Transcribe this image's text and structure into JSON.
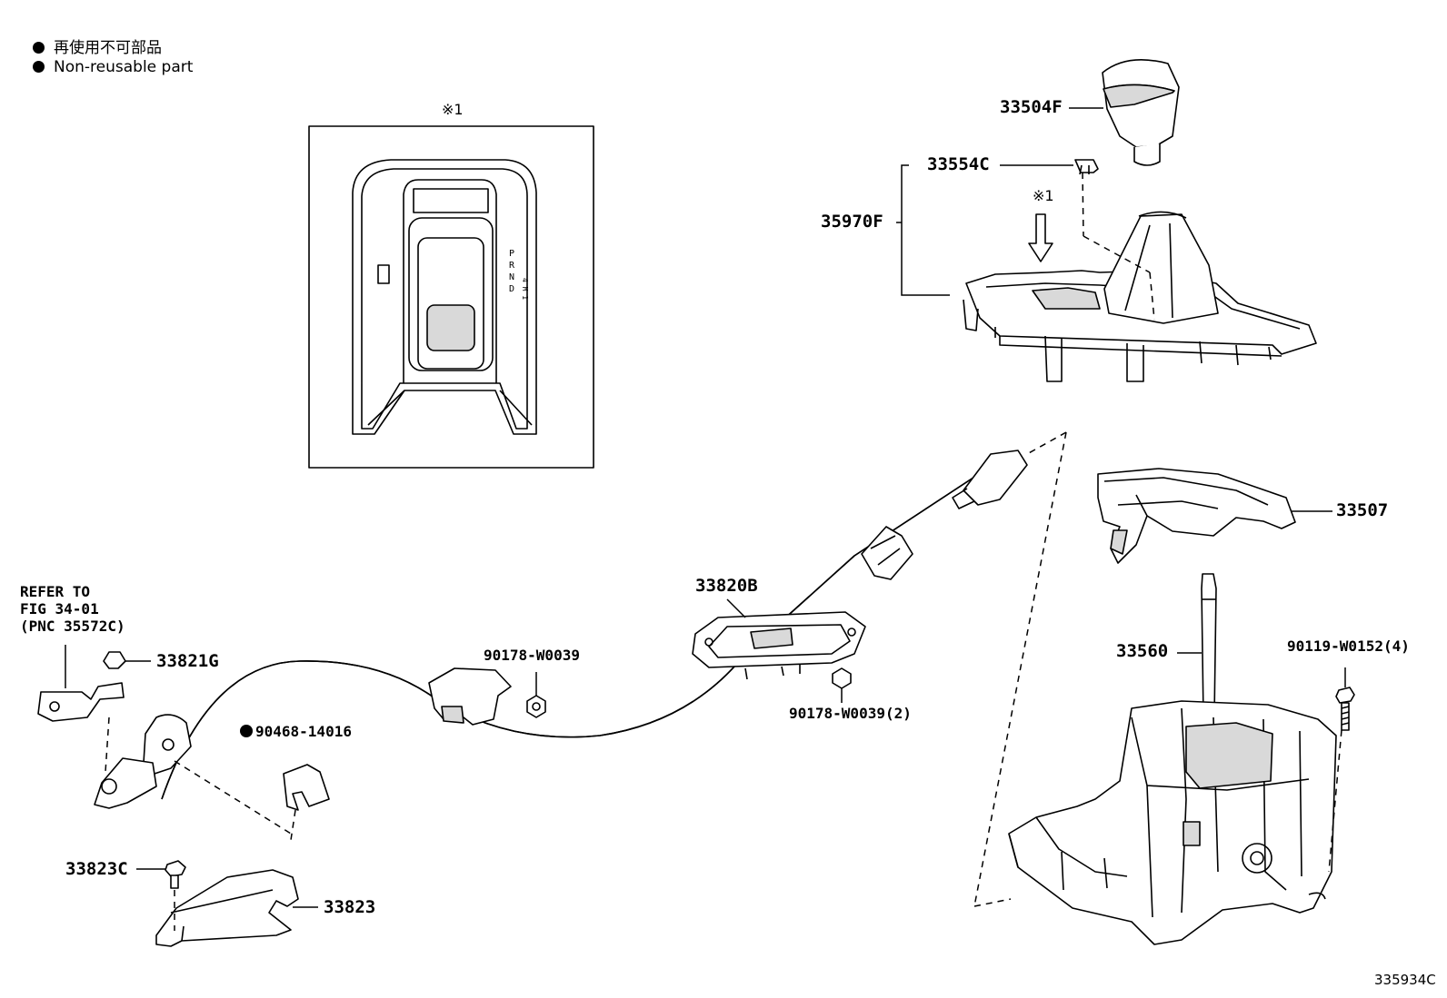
{
  "legend": {
    "ja": "再使用不可部品",
    "en": "Non-reusable part"
  },
  "inset": {
    "marker": "※1",
    "gate_letters": [
      "P",
      "R",
      "N",
      "D"
    ],
    "gate_extra": "4 M 1"
  },
  "arrow_marker": "※1",
  "refer": {
    "line1": "REFER TO",
    "line2": "FIG 34-01",
    "line3": "(PNC 35572C)"
  },
  "parts": {
    "p33504F": "33504F",
    "p33554C": "33554C",
    "p35970F": "35970F",
    "p33507": "33507",
    "p33560": "33560",
    "p90119": "90119-W0152(4)",
    "p33820B": "33820B",
    "p90178a": "90178-W0039",
    "p90178b": "90178-W0039(2)",
    "p33821G": "33821G",
    "p90468": "90468-14016",
    "p33823C": "33823C",
    "p33823": "33823"
  },
  "figure_id": "335934C"
}
